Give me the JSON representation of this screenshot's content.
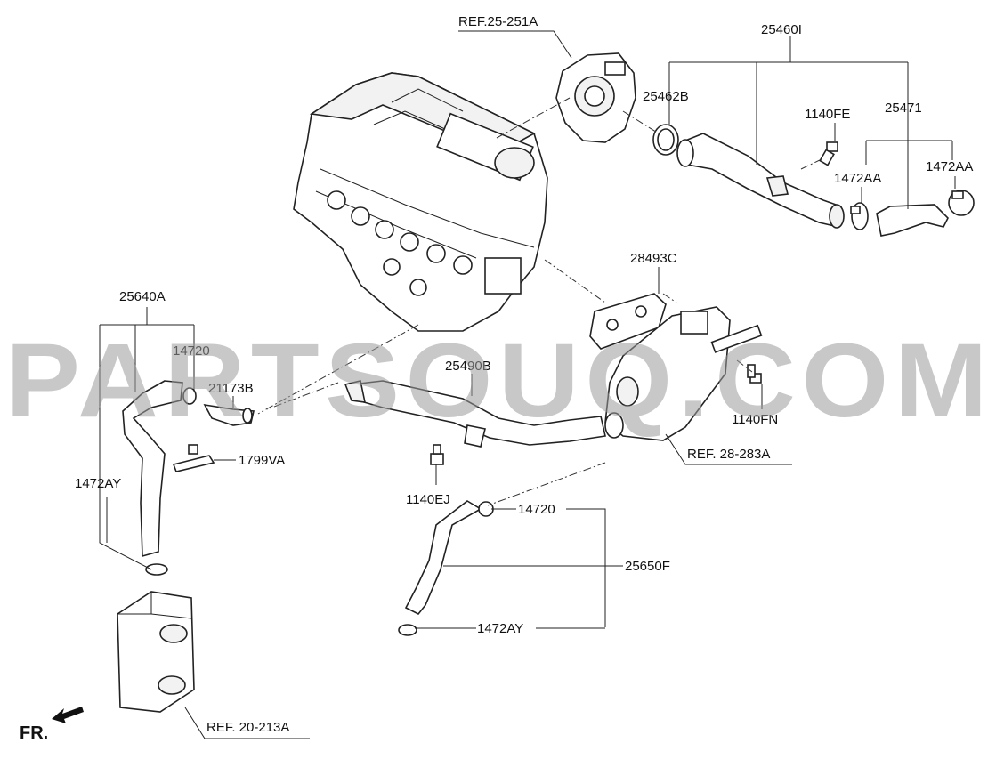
{
  "labels": {
    "ref_25_251a": "REF.25-251A",
    "p25460i": "25460I",
    "p25462b": "25462B",
    "p1140fe": "1140FE",
    "p25471": "25471",
    "p1472aa_left": "1472AA",
    "p1472aa_right": "1472AA",
    "p28493c": "28493C",
    "p25640a": "25640A",
    "p14720_top": "14720",
    "p21173b": "21173B",
    "p25490b": "25490B",
    "p1140fn": "1140FN",
    "ref_28_283a": "REF. 28-283A",
    "p1799va": "1799VA",
    "p1472ay_left": "1472AY",
    "p1140ej": "1140EJ",
    "p14720_bottom": "14720",
    "p25650f": "25650F",
    "p1472ay_bottom": "1472AY",
    "ref_20_213a": "REF. 20-213A",
    "fr": "FR."
  },
  "watermark": "PARTSOUQ.COM"
}
